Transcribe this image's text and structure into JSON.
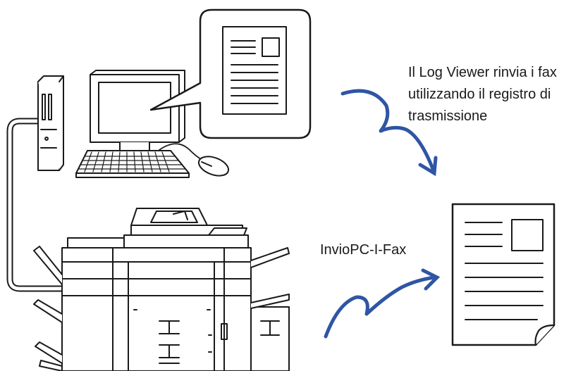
{
  "captions": {
    "log_viewer_lines": [
      "Il Log Viewer rinvia i fax",
      "utilizzando il registro di",
      "trasmissione"
    ],
    "pc_ifax": "InvioPC-I-Fax"
  },
  "icons": {
    "computer": "desktop-computer-icon",
    "printer": "multifunction-printer-icon",
    "document": "fax-document-icon",
    "arrow": "curved-arrow-icon"
  },
  "colors": {
    "arrow": "#2f55a4",
    "outline": "#1a1a1a",
    "background": "#ffffff"
  }
}
